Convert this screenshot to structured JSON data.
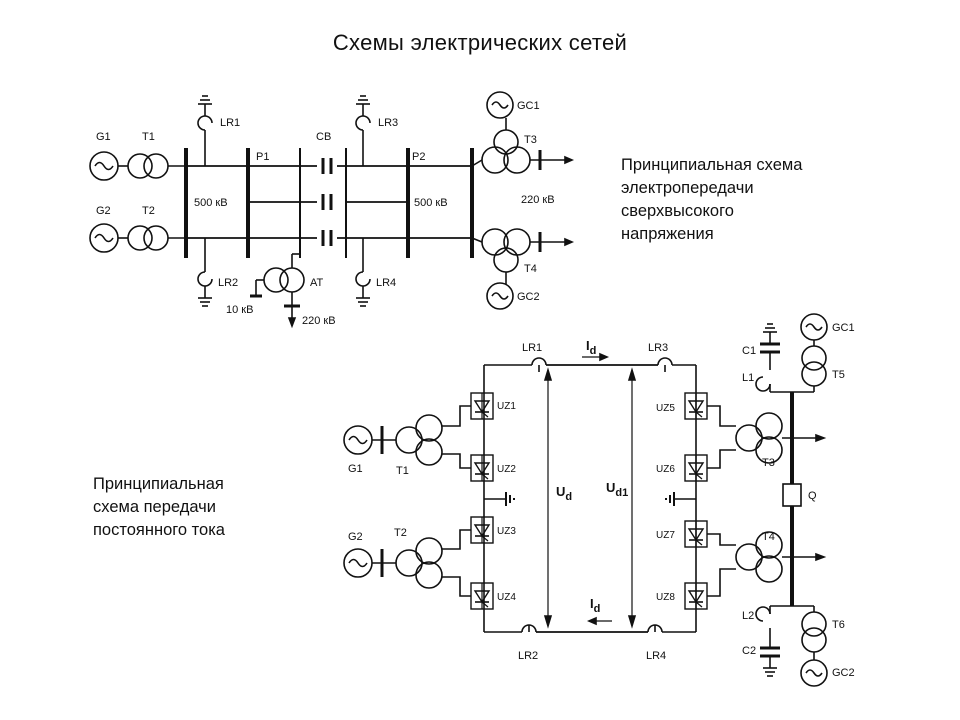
{
  "title": "Схемы электрических сетей",
  "caption_ehv": [
    "Принципиальная схема",
    "электропередачи",
    "сверхвысокого",
    "напряжения"
  ],
  "caption_dc": [
    "Принципиальная",
    "схема передачи",
    "постоянного тока"
  ],
  "ehv": {
    "g1": "G1",
    "t1": "T1",
    "g2": "G2",
    "t2": "T2",
    "lr1": "LR1",
    "lr2": "LR2",
    "lr3": "LR3",
    "lr4": "LR4",
    "p1": "P1",
    "p2": "P2",
    "cb": "CB",
    "v500a": "500 кВ",
    "v500b": "500 кВ",
    "at": "AT",
    "v10": "10 кВ",
    "v220a": "220 кВ",
    "v220b": "220 кВ",
    "gc1": "GC1",
    "t3": "T3",
    "t4": "T4",
    "gc2": "GC2"
  },
  "dc": {
    "lr1": "LR1",
    "lr2": "LR2",
    "lr3": "LR3",
    "lr4": "LR4",
    "id_top": "I",
    "id_top_sub": "d",
    "id_bot": "I",
    "id_bot_sub": "d",
    "ud": "U",
    "ud_sub": "d",
    "ud1": "U",
    "ud1_sub": "d1",
    "uz1": "UZ1",
    "uz2": "UZ2",
    "uz3": "UZ3",
    "uz4": "UZ4",
    "uz5": "UZ5",
    "uz6": "UZ6",
    "uz7": "UZ7",
    "uz8": "UZ8",
    "g1": "G1",
    "t1": "T1",
    "g2": "G2",
    "t2": "T2",
    "t3": "T3",
    "t4": "T4",
    "q": "Q",
    "c1": "C1",
    "l1": "L1",
    "c2": "C2",
    "l2": "L2",
    "gc1": "GC1",
    "t5": "T5",
    "t6": "T6",
    "gc2": "GC2"
  }
}
